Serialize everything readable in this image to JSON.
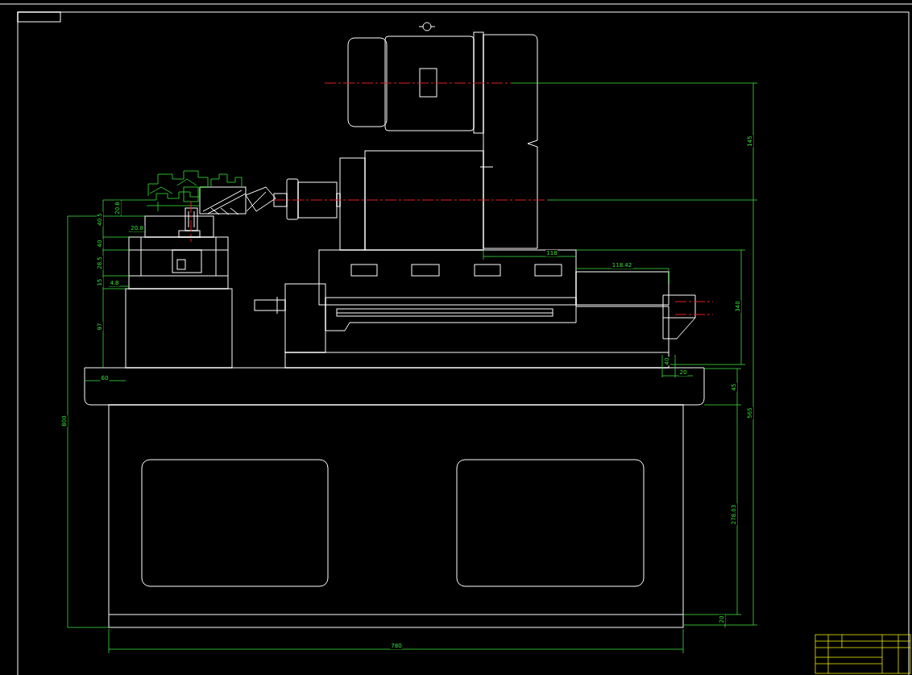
{
  "diagram": {
    "labels": [
      "145",
      "118",
      "118.42",
      "340",
      "45",
      "565",
      "278.03",
      "20",
      "780",
      "800",
      "60",
      "40",
      "20",
      "20.8",
      "40.5",
      "20.8",
      "40",
      "28.5",
      "15",
      "4.8",
      "97"
    ]
  }
}
